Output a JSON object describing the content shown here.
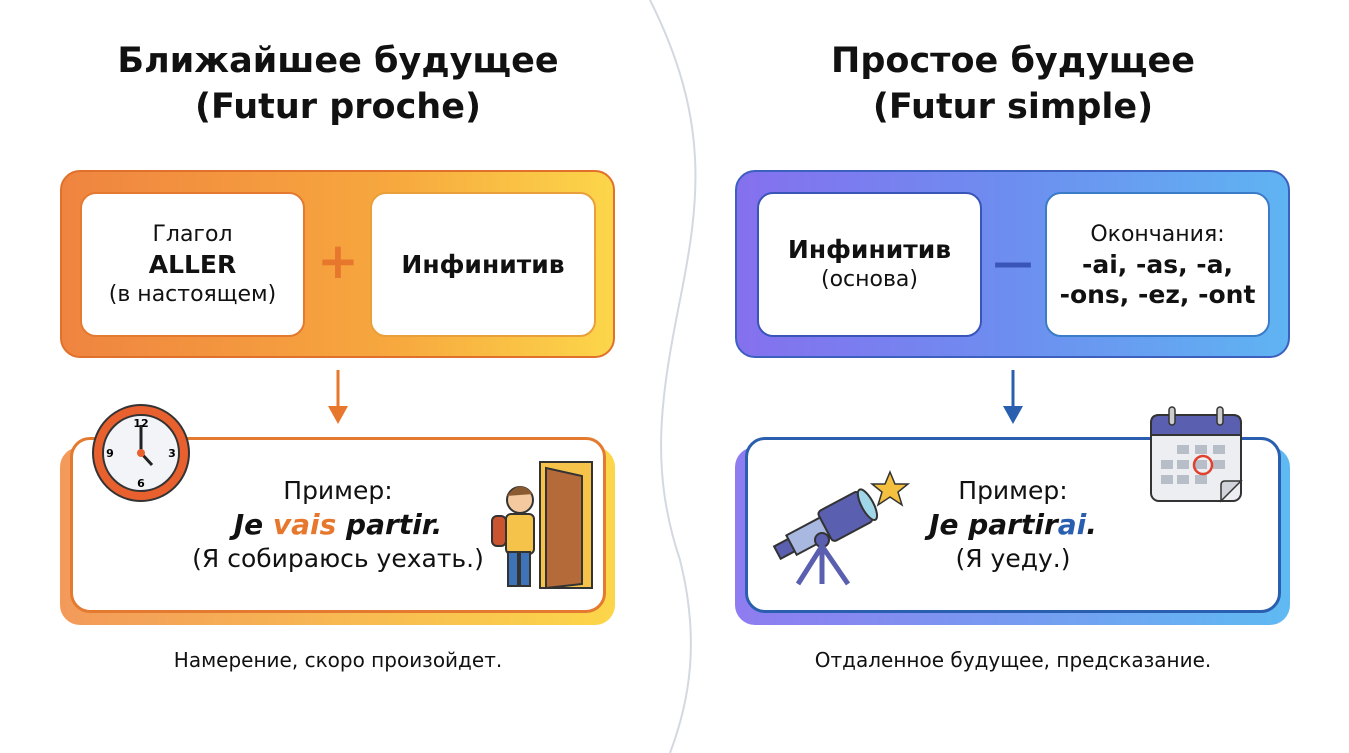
{
  "left": {
    "title_line1": "Ближайшее будущее",
    "title_line2": "(Futur proche)",
    "formula": {
      "box1_line1": "Глагол",
      "box1_line2": "ALLER",
      "box1_line3": "(в настоящем)",
      "operator": "+",
      "box2": "Инфинитив"
    },
    "example": {
      "label": "Пример:",
      "sentence_part1": "Je ",
      "sentence_highlight": "vais",
      "sentence_part2": " partir.",
      "translation": "(Я собираюсь уехать.)"
    },
    "clock_numbers": [
      "12",
      "3",
      "6",
      "9"
    ],
    "caption": "Намерение, скоро произойдет.",
    "accent": "#e8772e"
  },
  "right": {
    "title_line1": "Простое будущее",
    "title_line2": "(Futur simple)",
    "formula": {
      "box1_line1": "Инфинитив",
      "box1_line2": "(основа)",
      "operator": "—",
      "box2_line1": "Окончания:",
      "box2_line2": "-ai, -as, -a,",
      "box2_line3": "-ons, -ez, -ont"
    },
    "example": {
      "label": "Пример:",
      "sentence_part1": "Je partir",
      "sentence_highlight": "ai",
      "sentence_part2": ".",
      "translation": "(Я уеду.)"
    },
    "caption": "Отдаленное будущее, предсказание.",
    "accent": "#2a5fb0"
  }
}
